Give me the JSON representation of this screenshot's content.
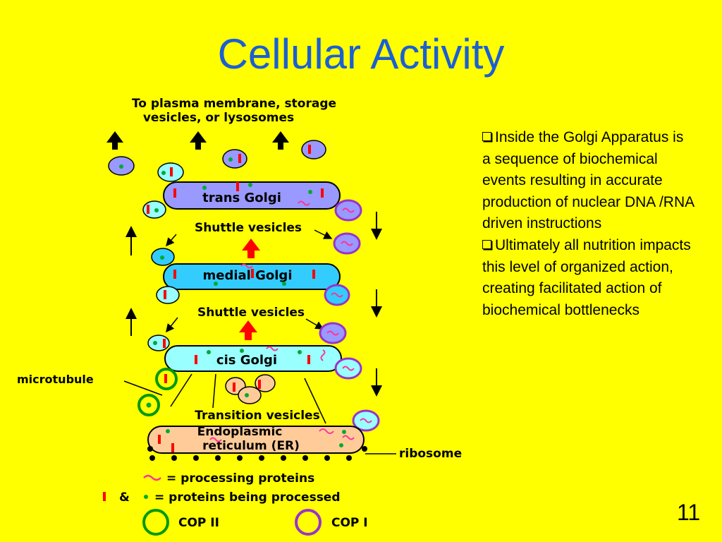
{
  "slide": {
    "title": "Cellular Activity",
    "page_number": "11"
  },
  "diagram": {
    "top_label_line1": "To plasma membrane, storage",
    "top_label_line2": "vesicles, or lysosomes",
    "trans_golgi": "trans Golgi",
    "shuttle_upper": "Shuttle vesicles",
    "medial_golgi": "medial Golgi",
    "shuttle_lower": "Shuttle vesicles",
    "cis_golgi": "cis Golgi",
    "microtubule": "microtubule",
    "transition": "Transition vesicles",
    "er_line1": "Endoplasmic",
    "er_line2": "reticulum (ER)",
    "ribosome": "ribosome",
    "legend_processing": "= processing proteins",
    "legend_amp": "&",
    "legend_processed": "= proteins being processed",
    "legend_cop2": "COP II",
    "legend_cop1": "COP I",
    "colors": {
      "cop2": "#009900",
      "cop1": "#9933CC",
      "protein_bar": "#FF0000",
      "protein_dot": "#00AA33",
      "trans": "#9999FF",
      "medial": "#33CCFF",
      "cis": "#99FFFF",
      "er": "#FFCC99"
    }
  },
  "bullets": [
    "Inside the Golgi Apparatus is a sequence of biochemical events resulting in accurate production of nuclear DNA /RNA driven instructions",
    "Ultimately all nutrition impacts this level of organized action, creating facilitated action of biochemical bottlenecks"
  ]
}
